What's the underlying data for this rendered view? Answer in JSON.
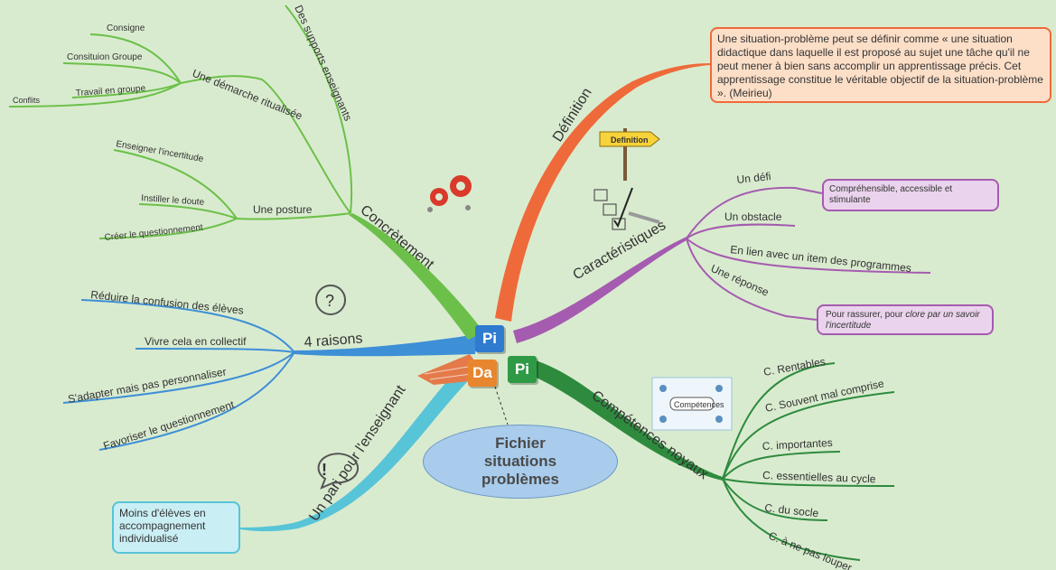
{
  "center": {
    "lines": [
      "Fichier",
      "situations",
      "problèmes"
    ]
  },
  "logo": {
    "pi1": "Pi",
    "da": "Da",
    "pi2": "Pi"
  },
  "branches": {
    "definition": {
      "label": "Définition",
      "sign": "Definition",
      "text": "Une situation-problème peut se définir comme « une situation didactique dans laquelle il est proposé au sujet une tâche qu'il ne peut mener à bien sans accomplir un apprentissage précis. Cet apprentissage constitue le véritable objectif de la situation-problème ». (Meirieu)",
      "color": "#ef6a3a"
    },
    "caracteristiques": {
      "label": "Caractéristiques",
      "items": {
        "defi": "Un défi",
        "defi_note": "Compréhensible, accessible et stimulante",
        "obstacle": "Un obstacle",
        "programmes": "En lien avec un item des programmes",
        "reponse": "Une réponse",
        "reponse_note_prefix": "Pour rassurer, pour ",
        "reponse_note_italic": "clore par un savoir l'incertitude"
      },
      "color": "#a55bb0"
    },
    "competences": {
      "label": "Compétences noyaux",
      "badge": "Compétences",
      "items": [
        "C. Rentables",
        "C. Souvent mal comprise",
        "C. importantes",
        "C. essentielles au cycle",
        "C. du socle",
        "C. à ne pas louper"
      ],
      "color": "#2e8b3e"
    },
    "pari": {
      "label": "Un pari pour l'enseignant",
      "note": "Moins d'élèves en accompagnement individualisé",
      "color": "#57c4d8"
    },
    "raisons": {
      "label": "4 raisons",
      "items": [
        "Réduire la confusion des élèves",
        "Vivre cela en collectif",
        "S'adapter mais pas personnaliser",
        "Favoriser le questionnement"
      ],
      "color": "#3d8fd6"
    },
    "concretement": {
      "label": "Concrètement",
      "supports": "Des supports enseignants",
      "demarche": {
        "label": "Une démarche ritualisée",
        "items": [
          "Consigne",
          "Consituion Groupe",
          "Travail en groupe",
          "Conflits"
        ]
      },
      "posture": {
        "label": "Une posture",
        "items": [
          "Enseigner l'incertitude",
          "Instiller le doute",
          "Créer le questionnement"
        ]
      },
      "color": "#6cc04a"
    }
  }
}
